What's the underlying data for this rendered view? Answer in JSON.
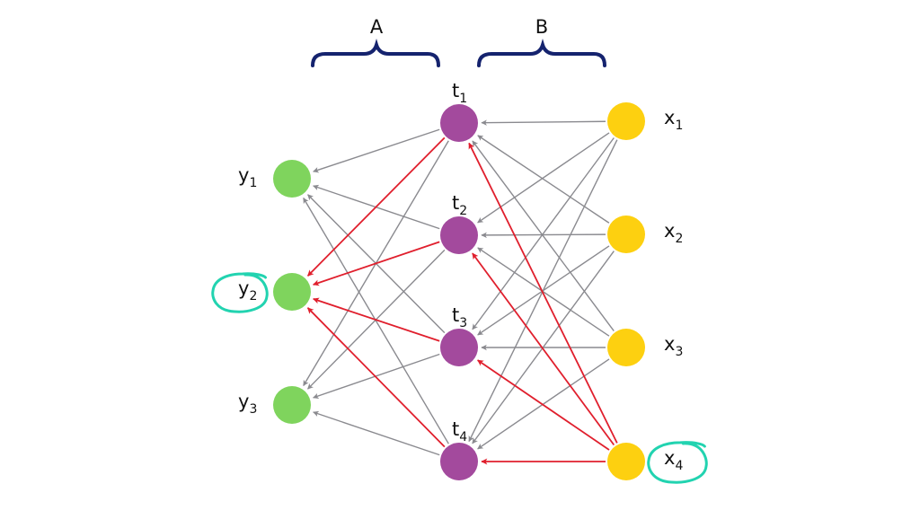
{
  "title": "Neural network backpropagation path diagram",
  "colors": {
    "output_node": "#7fd45d",
    "hidden_node": "#a34a9d",
    "input_node": "#fdd010",
    "edge_default": "#8a8a8f",
    "edge_highlight": "#e01f2d",
    "bracket": "#15236e",
    "annotation_circle": "#22d3b0"
  },
  "brackets": [
    {
      "id": "A",
      "label": "A",
      "spans": "output-to-hidden"
    },
    {
      "id": "B",
      "label": "B",
      "spans": "hidden-to-input"
    }
  ],
  "layers": {
    "output": [
      {
        "id": "y1",
        "base": "y",
        "sub": "1",
        "circled": false
      },
      {
        "id": "y2",
        "base": "y",
        "sub": "2",
        "circled": true
      },
      {
        "id": "y3",
        "base": "y",
        "sub": "3",
        "circled": false
      }
    ],
    "hidden": [
      {
        "id": "t1",
        "base": "t",
        "sub": "1"
      },
      {
        "id": "t2",
        "base": "t",
        "sub": "2"
      },
      {
        "id": "t3",
        "base": "t",
        "sub": "3"
      },
      {
        "id": "t4",
        "base": "t",
        "sub": "4"
      }
    ],
    "input": [
      {
        "id": "x1",
        "base": "x",
        "sub": "1",
        "circled": false
      },
      {
        "id": "x2",
        "base": "x",
        "sub": "2",
        "circled": false
      },
      {
        "id": "x3",
        "base": "x",
        "sub": "3",
        "circled": false
      },
      {
        "id": "x4",
        "base": "x",
        "sub": "4",
        "circled": true
      }
    ]
  },
  "edges": {
    "input_to_hidden": "all",
    "hidden_to_output": "all",
    "highlighted": [
      [
        "x4",
        "t1"
      ],
      [
        "x4",
        "t2"
      ],
      [
        "x4",
        "t3"
      ],
      [
        "x4",
        "t4"
      ],
      [
        "t1",
        "y2"
      ],
      [
        "t2",
        "y2"
      ],
      [
        "t3",
        "y2"
      ],
      [
        "t4",
        "y2"
      ]
    ]
  }
}
